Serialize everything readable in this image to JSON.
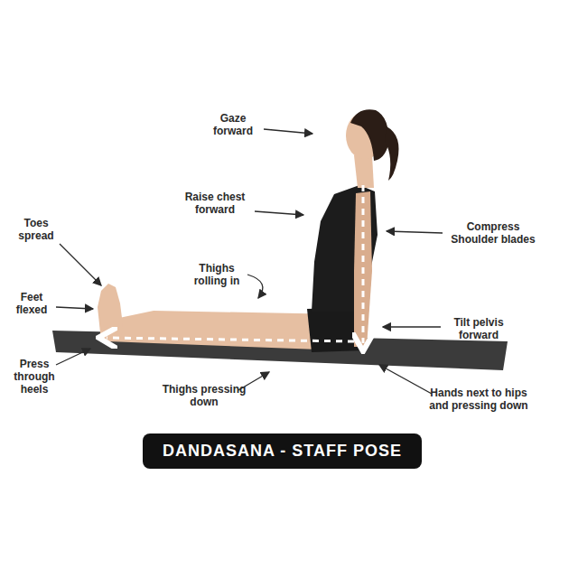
{
  "diagram": {
    "title": "DANDASANA - STAFF POSE",
    "labels": [
      "Gaze forward",
      "Raise chest forward",
      "Compress Shoulder blades",
      "Toes spread",
      "Thighs rolling in",
      "Feet flexed",
      "Tilt pelvis forward",
      "Press through heels",
      "Thighs pressing down",
      "Hands next to hips and pressing down"
    ]
  }
}
